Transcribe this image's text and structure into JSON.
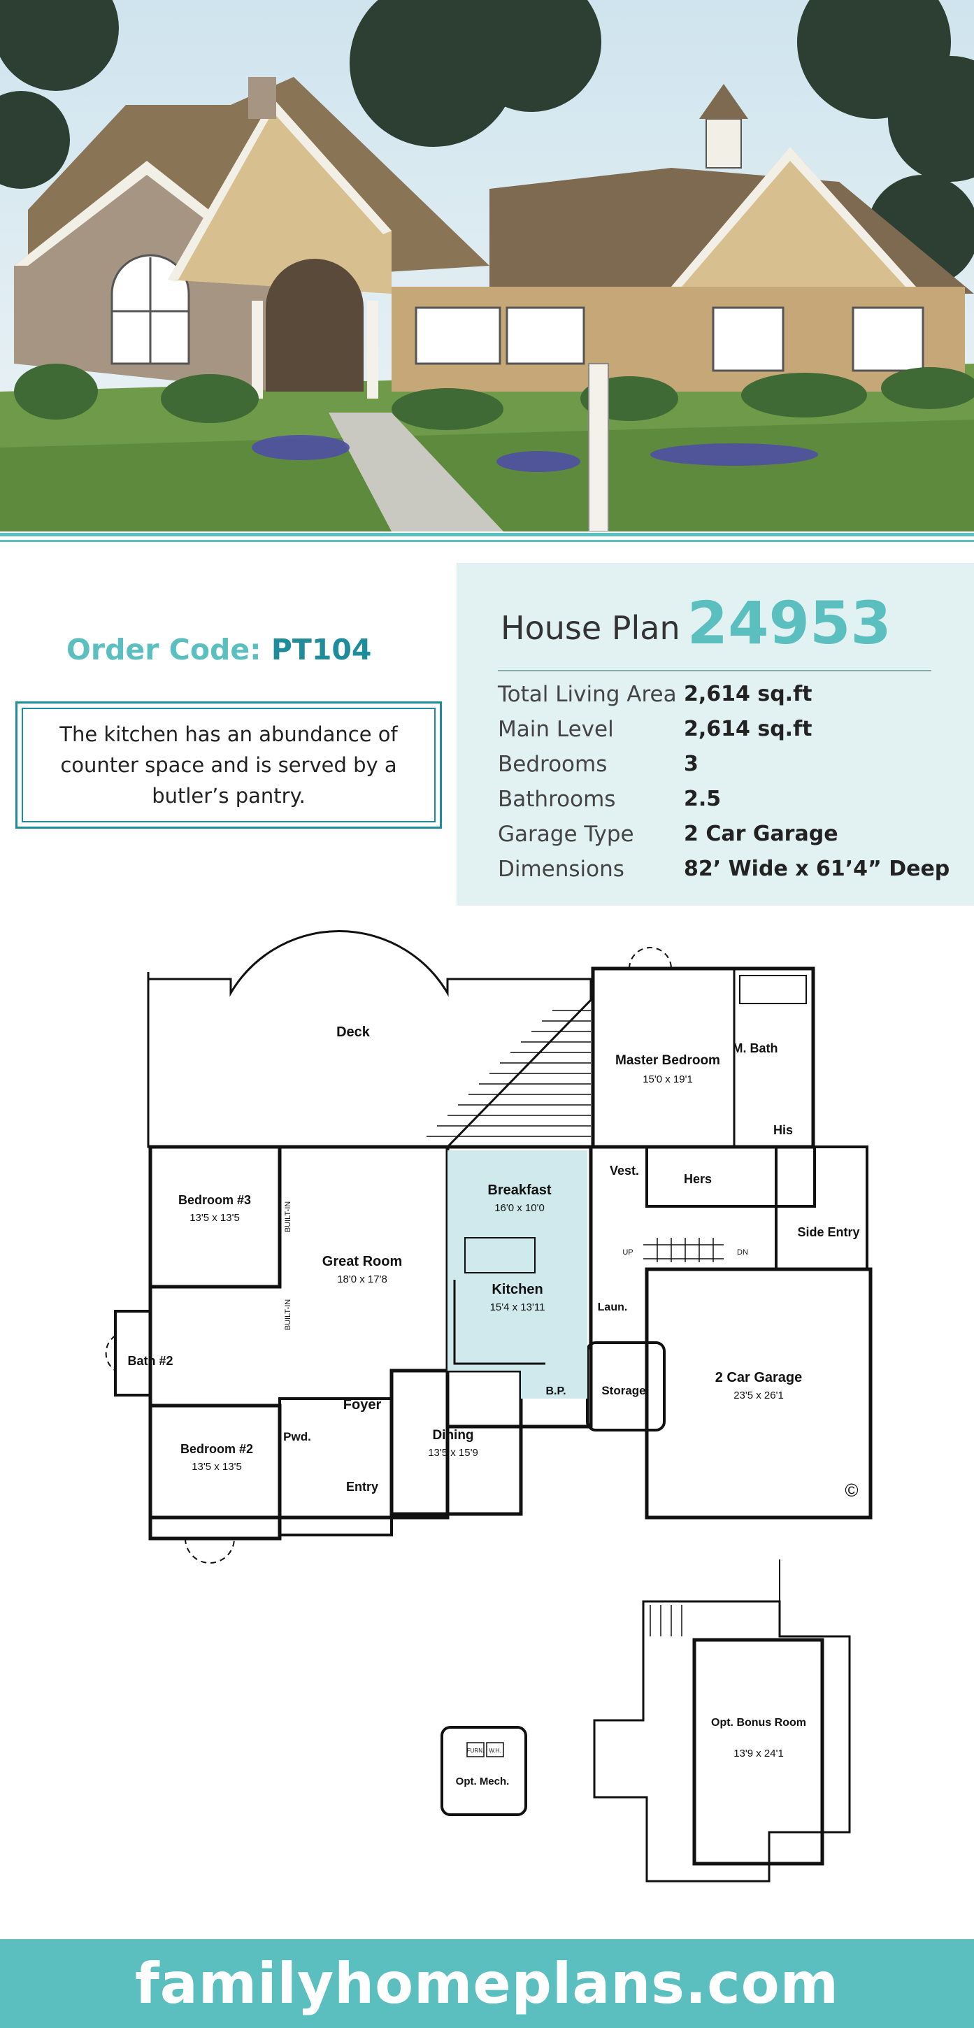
{
  "order": {
    "label": "Order Code:",
    "code": "PT104"
  },
  "description": "The kitchen has an abundance of counter space and is served by a butler’s pantry.",
  "plan": {
    "title": "House Plan",
    "number": "24953",
    "specs": [
      {
        "label": "Total Living Area",
        "value": "2,614 sq.ft"
      },
      {
        "label": "Main Level",
        "value": "2,614 sq.ft"
      },
      {
        "label": "Bedrooms",
        "value": "3"
      },
      {
        "label": "Bathrooms",
        "value": "2.5"
      },
      {
        "label": "Garage Type",
        "value": "2 Car Garage"
      },
      {
        "label": "Dimensions",
        "value": "82’ Wide x 61’4” Deep"
      }
    ]
  },
  "floorplan": {
    "rooms": {
      "deck": "Deck",
      "master": "Master Bedroom",
      "master_dim": "15'0 x 19'1",
      "mbath": "M. Bath",
      "his": "His",
      "hers": "Hers",
      "vest": "Vest.",
      "side_entry": "Side Entry",
      "breakfast": "Breakfast",
      "breakfast_dim": "16'0 x 10'0",
      "kitchen": "Kitchen",
      "kitchen_dim": "15'4 x 13'11",
      "great_room": "Great Room",
      "great_room_dim": "18'0 x 17'8",
      "bed3": "Bedroom #3",
      "bed3_dim": "13'5 x 13'5",
      "bed2": "Bedroom #2",
      "bed2_dim": "13'5 x 13'5",
      "bath2": "Bath #2",
      "foyer": "Foyer",
      "entry": "Entry",
      "pwd": "Pwd.",
      "dining": "Dining",
      "dining_dim": "13'5 x 15'9",
      "bp": "B.P.",
      "laun": "Laun.",
      "storage": "Storage",
      "garage": "2 Car Garage",
      "garage_dim": "23'5 x 26'1",
      "built_in": "BUILT-IN",
      "up": "UP",
      "dn": "DN",
      "bonus": "Opt. Bonus Room",
      "bonus_dim": "13'9 x 24'1",
      "mech": "Opt. Mech.",
      "furn": "FURN.",
      "wh": "W.H.",
      "copyright": "©"
    }
  },
  "footer": {
    "site": "familyhomeplans.com"
  },
  "colors": {
    "teal": "#5bbfbf",
    "dark_teal": "#1e8c9a",
    "panel": "#e2f1f2",
    "kitchen_fill": "#cfe9ec"
  }
}
